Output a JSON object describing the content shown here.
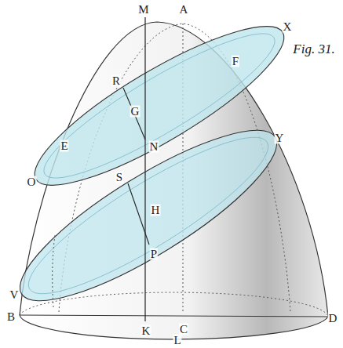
{
  "diagram": {
    "labels": [
      "M",
      "A",
      "X",
      "Fig. 31.",
      "R",
      "F",
      "G",
      "E",
      "N",
      "O",
      "S",
      "H",
      "Y",
      "P",
      "V",
      "B",
      "K",
      "C",
      "D",
      "L"
    ]
  }
}
